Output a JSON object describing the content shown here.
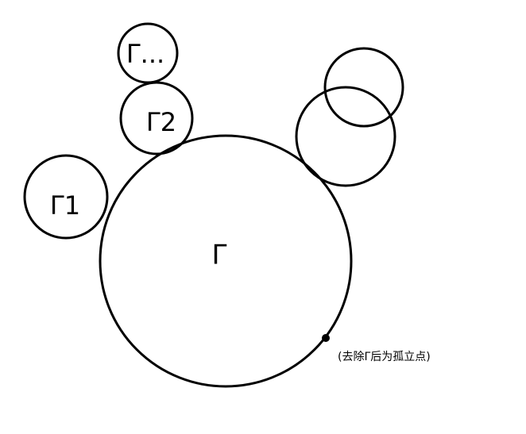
{
  "labels": {
    "main": "Γ",
    "gamma1": "Γ1",
    "gamma2": "Γ2",
    "gamma_more": "Γ...",
    "note": "(去除Γ后为孤立点)"
  }
}
